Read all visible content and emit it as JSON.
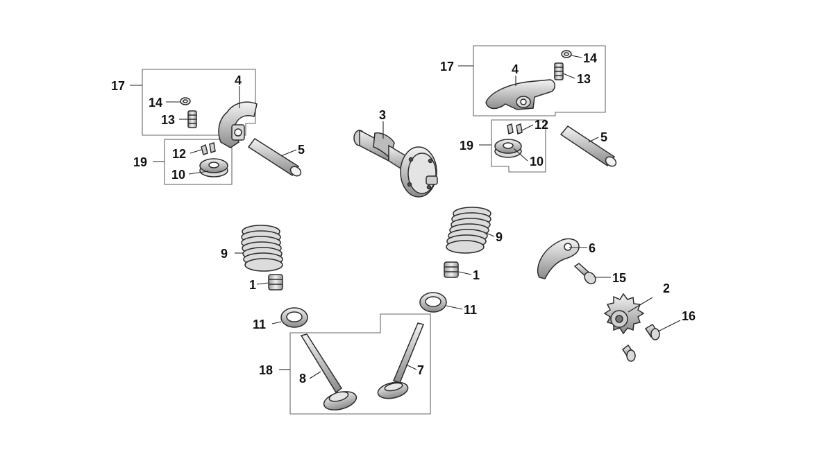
{
  "callouts": {
    "c17a": "17",
    "c14a": "14",
    "c13a": "13",
    "c4a": "4",
    "c12a": "12",
    "c19a": "19",
    "c10a": "10",
    "c5a": "5",
    "c3": "3",
    "c17b": "17",
    "c4b": "4",
    "c14b": "14",
    "c13b": "13",
    "c12b": "12",
    "c19b": "19",
    "c10b": "10",
    "c5b": "5",
    "c9a": "9",
    "c1a": "1",
    "c9b": "9",
    "c1b": "1",
    "c6": "6",
    "c15": "15",
    "c2": "2",
    "c16": "16",
    "c11a": "11",
    "c11b": "11",
    "c18": "18",
    "c8": "8",
    "c7": "7"
  },
  "colors": {
    "ink": "#2b2b2b",
    "box": "#666666",
    "fill_light": "#e9e9e9",
    "fill_mid": "#bdbdbd"
  }
}
